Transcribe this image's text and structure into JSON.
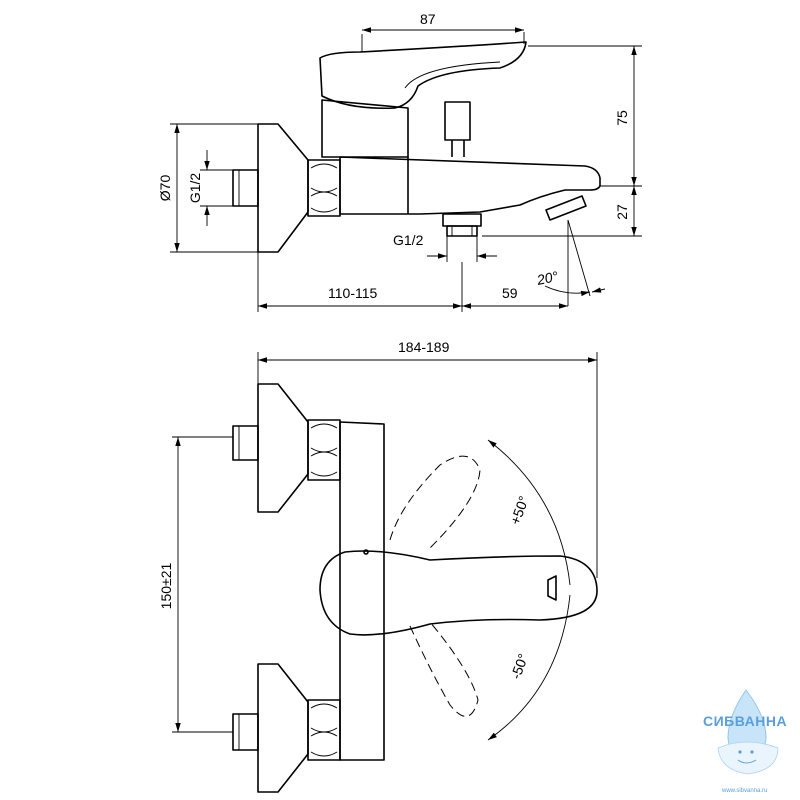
{
  "dimensions": {
    "top_width": "87",
    "height_75": "75",
    "height_27": "27",
    "diameter": "Ø70",
    "thread_left": "G1/2",
    "thread_bottom": "G1/2",
    "angle_spout": "20°",
    "projection": "110-115",
    "spout_59": "59",
    "overall_width": "184-189",
    "centers": "150±21",
    "angle_plus": "+50°",
    "angle_minus": "-50°"
  },
  "watermark": {
    "brand": "СИБВАННА",
    "url": "www.sibvanna.ru"
  }
}
